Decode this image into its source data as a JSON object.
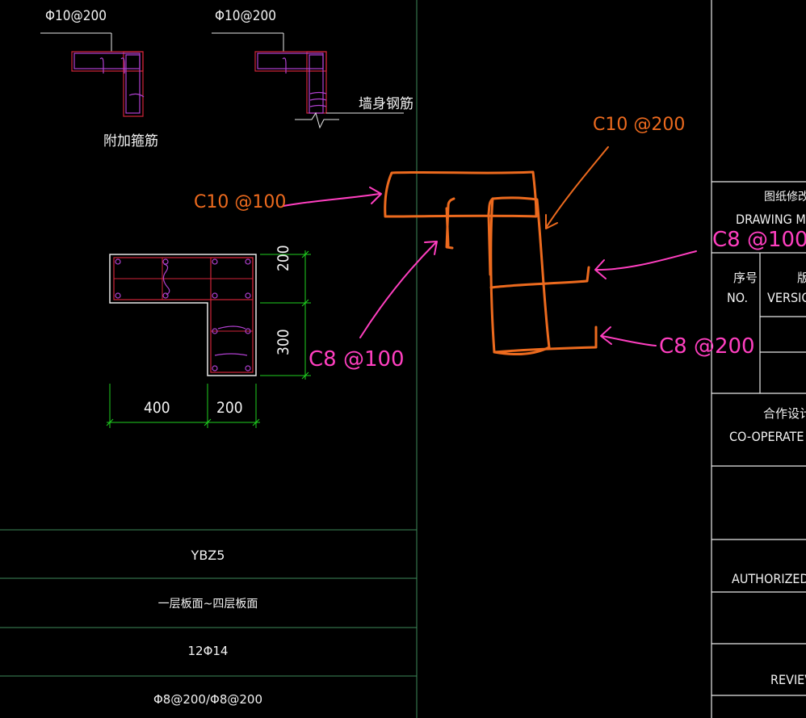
{
  "colors": {
    "background": "#000000",
    "grid_line": "#3e8a5a",
    "rebar_outline": "#d0243a",
    "tie": "#b040d0",
    "dimension": "#1fd11f",
    "handwriting_orange": "#ec6a1e",
    "handwriting_magenta": "#ff3fc0",
    "text": "#f2f2f2"
  },
  "detail_a": {
    "spec": "Φ10@200",
    "caption": "附加箍筋"
  },
  "detail_b": {
    "spec": "Φ10@200",
    "label": "墙身钢筋"
  },
  "section": {
    "dims_bottom": [
      "400",
      "200"
    ],
    "dims_right": [
      "200",
      "300"
    ]
  },
  "annotations": {
    "c10_100": "C10 @100",
    "c10_200": "C10 @200",
    "c8_100_top": "C8 @100",
    "c8_100_left": "C8 @100",
    "c8_200": "C8 @200"
  },
  "table": {
    "rows": [
      "YBZ5",
      "一层板面~四层板面",
      "12Φ14",
      "Φ8@200/Φ8@200"
    ]
  },
  "title_block": {
    "revision_cn": "图纸修改记",
    "revision_en": "DRAWING MO",
    "no_cn": "序号",
    "no_en": "NO.",
    "version_cn": "版",
    "version_en": "VERSIO",
    "coop_cn": "合作设计单",
    "coop_en": "CO-OPERATE",
    "authorized": "AUTHORIZED",
    "review": "REVIEV"
  }
}
